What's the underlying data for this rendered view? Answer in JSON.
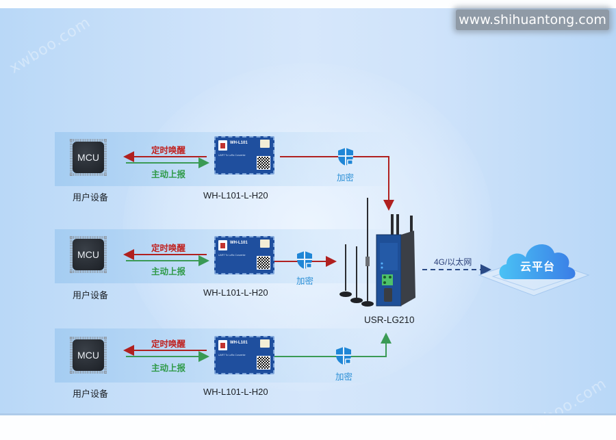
{
  "watermark": {
    "site": "www.shihuantong.com",
    "faint_text": "xwboo.com"
  },
  "rows": [
    {
      "device_chip_label": "MCU",
      "device_caption": "用户设备",
      "downlink_label": "定时唤醒",
      "uplink_label": "主动上报",
      "module_name": "WH-L101",
      "module_subtext": "UART To LoRa Converter",
      "module_caption": "WH-L101-L-H20",
      "encrypt_label": "加密",
      "link_color": "#b0201f"
    },
    {
      "device_chip_label": "MCU",
      "device_caption": "用户设备",
      "downlink_label": "定时唤醒",
      "uplink_label": "主动上报",
      "module_name": "WH-L101",
      "module_subtext": "UART To LoRa Converter",
      "module_caption": "WH-L101-L-H20",
      "encrypt_label": "加密",
      "link_color": "#b0201f"
    },
    {
      "device_chip_label": "MCU",
      "device_caption": "用户设备",
      "downlink_label": "定时唤醒",
      "uplink_label": "主动上报",
      "module_name": "WH-L101",
      "module_subtext": "UART To LoRa Converter",
      "module_caption": "WH-L101-L-H20",
      "encrypt_label": "加密",
      "link_color": "#3a9a55"
    }
  ],
  "gateway": {
    "caption": "USR-LG210"
  },
  "uplink_network": {
    "label": "4G/以太网"
  },
  "cloud": {
    "label": "云平台"
  },
  "colors": {
    "downlink_red": "#b0201f",
    "uplink_green": "#3a9a55",
    "encrypt_blue": "#1f86d6",
    "network_dash": "#2a4a86",
    "cloud_blue": "#3b8fe8"
  }
}
